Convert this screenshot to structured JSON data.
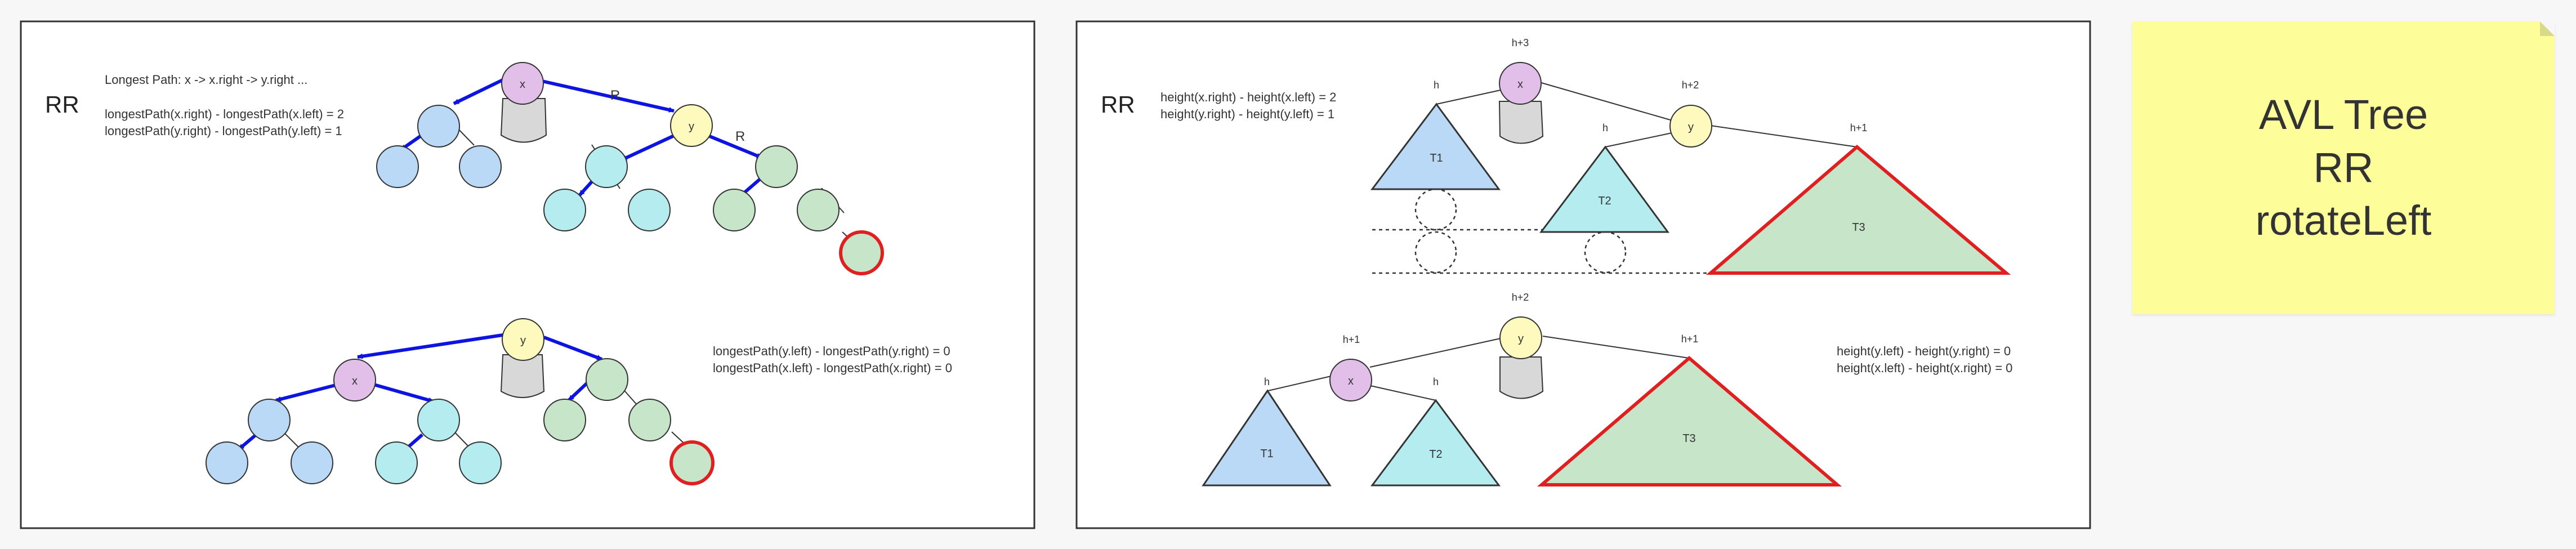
{
  "panel1": {
    "label": "RR",
    "top_text": {
      "line1": "Longest Path: x -> x.right -> y.right ...",
      "line2": "longestPath(x.right) - longestPath(x.left) = 2",
      "line3": "longestPath(y.right) - longestPath(y.left) = 1"
    },
    "bottom_text": {
      "line1": "longestPath(y.left) - longestPath(y.right) = 0",
      "line2": "longestPath(x.left) - longestPath(x.right) = 0"
    },
    "node_x": "x",
    "node_y": "y",
    "edge_r1": "R",
    "edge_r2": "R"
  },
  "panel2": {
    "label": "RR",
    "top_text": {
      "line1": "height(x.right) - height(x.left) = 2",
      "line2": "height(y.right) - height(y.left) = 1"
    },
    "bottom_text": {
      "line1": "height(y.left) - height(y.right) = 0",
      "line2": "height(x.left) - height(x.right) = 0"
    },
    "node_x": "x",
    "node_y": "y",
    "top_heights": {
      "x": "h+3",
      "t1": "h",
      "y": "h+2",
      "t2": "h",
      "t3": "h+1"
    },
    "bottom_heights": {
      "y": "h+2",
      "x": "h+1",
      "t1": "h",
      "t2": "h",
      "t3": "h+1"
    },
    "subtrees": {
      "t1": "T1",
      "t2": "T2",
      "t3": "T3"
    }
  },
  "note": {
    "line1": "AVL Tree",
    "line2": "RR",
    "line3": "rotateLeft"
  },
  "colors": {
    "x_node": "#e1bfe9",
    "y_node": "#fefabe",
    "blue_node": "#bad9f7",
    "cyan_node": "#b4ecf0",
    "green_node": "#c7e5c9",
    "highlight_red": "#e02020",
    "arrow_blue": "#0d14e0",
    "note_bg": "#fdfd9a"
  }
}
